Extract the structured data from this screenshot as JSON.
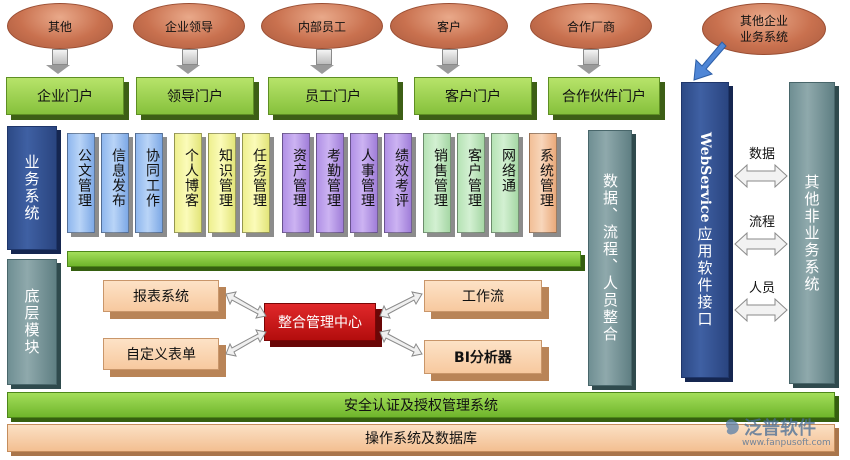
{
  "external_users": [
    "其他",
    "企业领导",
    "内部员工",
    "客户",
    "合作厂商"
  ],
  "other_systems_ellipse": [
    "其他企业",
    "业务系统"
  ],
  "portals": [
    "企业门户",
    "领导门户",
    "员工门户",
    "客户门户",
    "合作伙件门户"
  ],
  "left_column": {
    "business": "业务系统",
    "bottom": "底层模块"
  },
  "modules": [
    {
      "label": "公文管理",
      "color": "blue"
    },
    {
      "label": "信息发布",
      "color": "blue"
    },
    {
      "label": "协同工作",
      "color": "blue"
    },
    {
      "label": "个人博客",
      "color": "yellow"
    },
    {
      "label": "知识管理",
      "color": "yellow"
    },
    {
      "label": "任务管理",
      "color": "yellow"
    },
    {
      "label": "资产管理",
      "color": "purple"
    },
    {
      "label": "考勤管理",
      "color": "purple"
    },
    {
      "label": "人事管理",
      "color": "purple"
    },
    {
      "label": "绩效考评",
      "color": "purple"
    },
    {
      "label": "销售管理",
      "color": "green"
    },
    {
      "label": "客户管理",
      "color": "green"
    },
    {
      "label": "网络通",
      "color": "green"
    },
    {
      "label": "系统管理",
      "color": "peach"
    }
  ],
  "integration": {
    "center": "整合管理中心",
    "left": [
      "报表系统",
      "自定义表单"
    ],
    "right": [
      "工作流",
      "BI分析器"
    ]
  },
  "data_flow_integration": "数据、流程、人员整合",
  "webservice": {
    "latin": "WebService",
    "rest": "应用软件接口"
  },
  "flow_labels": [
    "数据",
    "流程",
    "人员"
  ],
  "other_non_business": "其他非业务系统",
  "security_bar": "安全认证及授权管理系统",
  "os_bar": "操作系统及数据库",
  "watermark": {
    "name": "泛普软件",
    "url": "www.fanpusoft.com"
  },
  "colors": {
    "blue": "#b9d4f7",
    "yellow": "#fbfbb9",
    "purple": "#ccb3f2",
    "green": "#d3f0d2",
    "peach": "#f8d6bb",
    "portal": "#86c13c",
    "center": "#cc1111",
    "ellipse": "#c9714f"
  }
}
